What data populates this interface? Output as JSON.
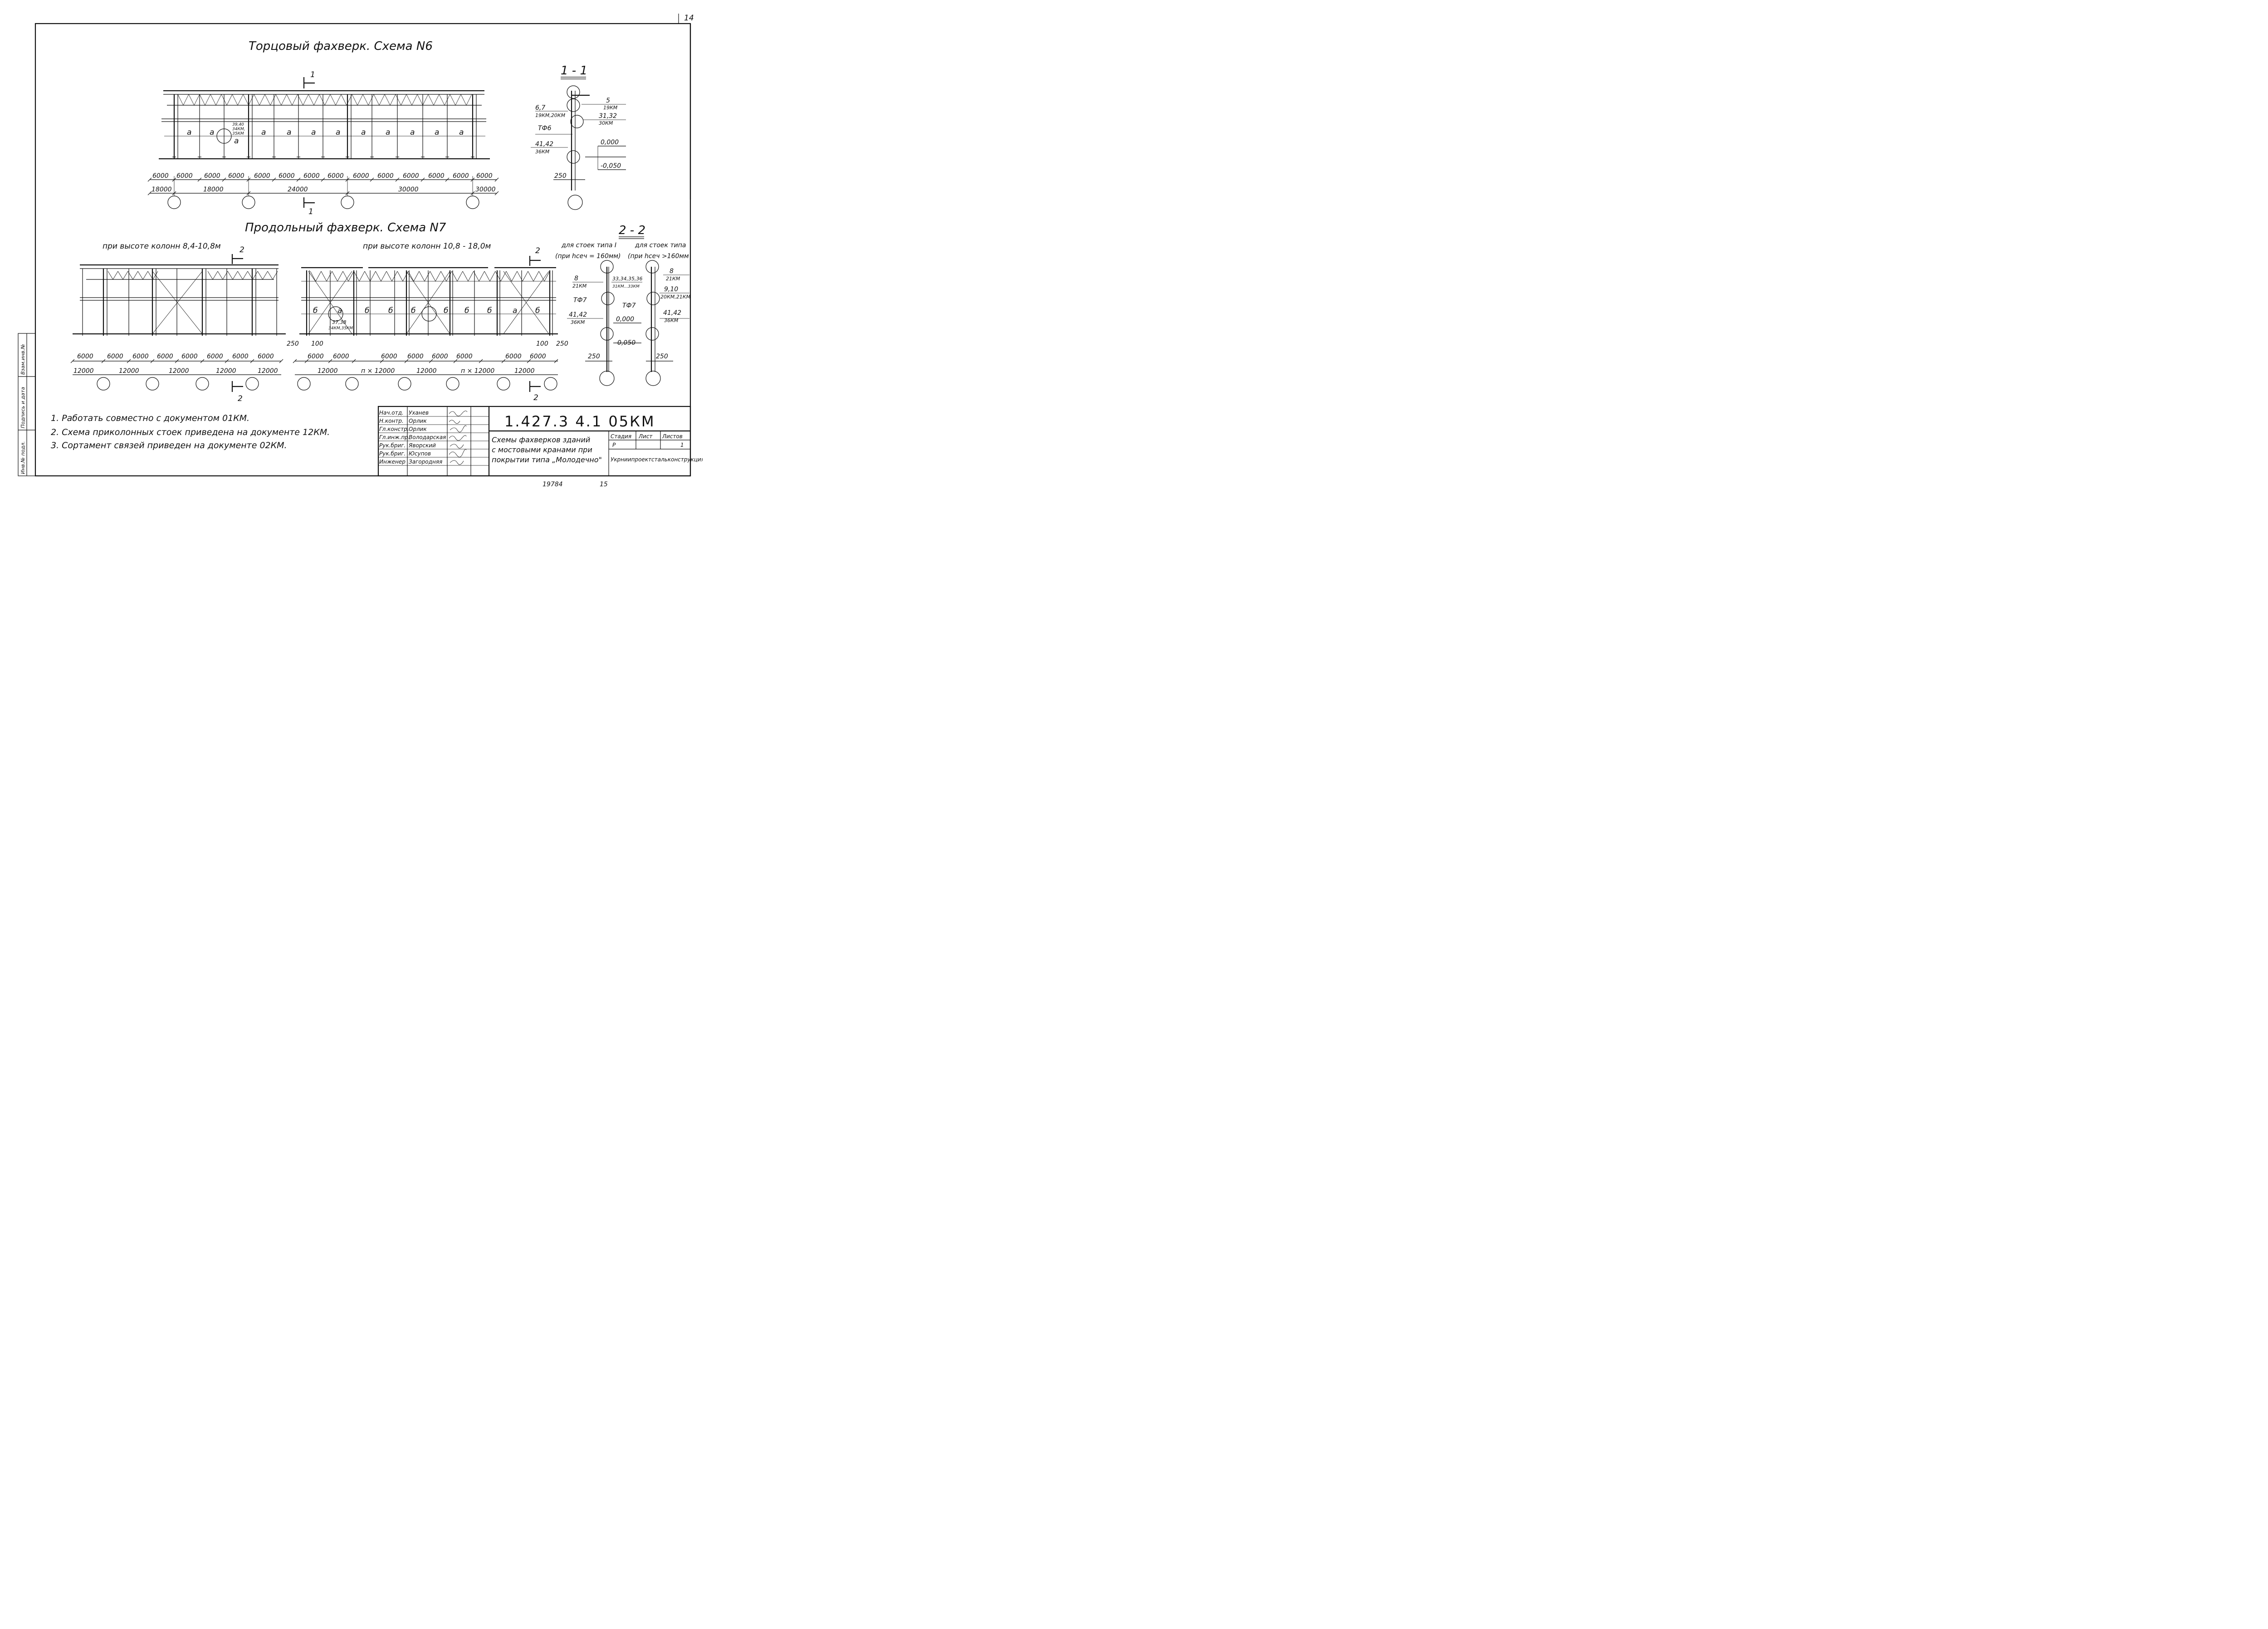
{
  "sheet": {
    "page_number": "14",
    "bottom_numbers": [
      "19784",
      "15"
    ]
  },
  "scheme6": {
    "title": "Торцовый фахверк. Схема N6",
    "section_mark": "1",
    "node_label": [
      "39,40",
      "34КМ,",
      "35КМ"
    ],
    "panel_label": "а",
    "dims_top": [
      "6000",
      "6000",
      "6000",
      "6000",
      "6000",
      "6000",
      "6000",
      "6000",
      "6000",
      "6000",
      "6000",
      "6000",
      "6000",
      "6000"
    ],
    "dims_bottom": [
      "18000",
      "18000",
      "24000",
      "30000",
      "30000"
    ]
  },
  "section11": {
    "title": "1 - 1",
    "labels": [
      {
        "top": "6,7",
        "bottom": "19КМ,20КМ"
      },
      {
        "top": "5",
        "bottom": "19КМ"
      },
      {
        "top": "31,32",
        "bottom": "30КМ"
      },
      {
        "top": "ТФ6",
        "bottom": ""
      },
      {
        "top": "41,42",
        "bottom": "36КМ"
      }
    ],
    "level_top": "0,000",
    "level_bottom": "-0,050",
    "dim": "250"
  },
  "scheme7": {
    "title": "Продольный фахверк. Схема N7",
    "left_caption": "при высоте колонн 8,4-10,8м",
    "right_caption": "при высоте колонн 10,8 - 18,0м",
    "section_mark": "2",
    "node_label": [
      "37,38",
      "34КМ,35КМ"
    ],
    "panel_a": "а",
    "panel_b": "б",
    "left_dims_top": [
      "6000",
      "6000",
      "6000",
      "6000",
      "6000",
      "6000",
      "6000",
      "6000"
    ],
    "left_dims_bottom": [
      "12000",
      "12000",
      "12000",
      "12000",
      "12000"
    ],
    "right_dims_edge": [
      "250",
      "100",
      "100",
      "250"
    ],
    "right_dims_top": [
      "6000",
      "6000",
      "6000",
      "6000",
      "6000",
      "6000",
      "6000",
      "6000"
    ],
    "right_dims_bottom": [
      "12000",
      "п × 12000",
      "12000",
      "п × 12000",
      "12000"
    ]
  },
  "section22": {
    "title": "2 - 2",
    "left_caption": [
      "для стоек типа I",
      "(при hсеч = 160мм)"
    ],
    "right_caption": [
      "для стоек типа",
      "(при hсеч >160мм"
    ],
    "labels_left": [
      {
        "top": "8",
        "bottom": "21КМ"
      },
      {
        "top": "33,34,35,36",
        "bottom": "31КМ...33КМ"
      },
      {
        "top": "ТФ7",
        "bottom": ""
      },
      {
        "top": "41,42",
        "bottom": "36КМ"
      }
    ],
    "labels_right": [
      {
        "top": "8",
        "bottom": "21КМ"
      },
      {
        "top": "9,10",
        "bottom": "20КМ,21КМ"
      },
      {
        "top": "ТФ7",
        "bottom": ""
      },
      {
        "top": "41,42",
        "bottom": "36КМ"
      }
    ],
    "level_top": "0,000",
    "level_bottom": "-0,050",
    "dims": [
      "250",
      "250"
    ]
  },
  "notes": [
    "1. Работать совместно с документом 01КМ.",
    "2. Схема приколонных стоек приведена на документе 12КМ.",
    "3. Сортамент связей приведен на документе 02КМ."
  ],
  "side_stamp": [
    "Инв.№ подл.",
    "Подпись и дата",
    "Взам.инв.№"
  ],
  "title_block": {
    "code": "1.427.3  4.1  05КМ",
    "description": [
      "Схемы фахверков зданий",
      "с мостовыми кранами при",
      "покрытии типа „Молодечно\""
    ],
    "roles": [
      "Нач.отд.",
      "Н.контр.",
      "Гл.констр.",
      "Гл.инж.пр.",
      "Рук.бриг.",
      "Рук.бриг.",
      "Инженер"
    ],
    "names": [
      "Уханев",
      "Орлик",
      "Орлик",
      "Володарская",
      "Яворский",
      "Юсупов",
      "Загородняя"
    ],
    "stage_header": [
      "Стадия",
      "Лист",
      "Листов"
    ],
    "stage_values": [
      "Р",
      "",
      "1"
    ],
    "organization": "Укрниипроектстальконструкция"
  }
}
